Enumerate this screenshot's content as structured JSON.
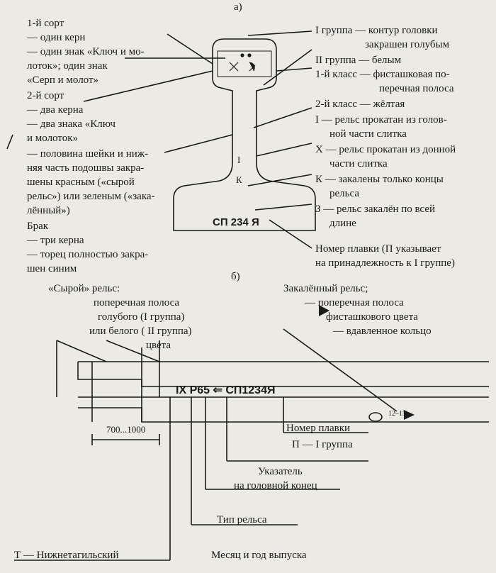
{
  "labels": {
    "a": "а)",
    "b": "б)"
  },
  "left_a": [
    "1-й сорт",
    "— один керн",
    "— один знак «Ключ и мо-",
    "лоток»; один знак",
    "«Серп и молот»",
    "2-й сорт",
    "— два керна",
    "— два знака «Ключ",
    "и молоток»",
    "— половина шейки и ниж-",
    "няя часть подошвы закра-",
    "шены красным («сырой",
    "рельс») или зеленым («зака-",
    "лённый»)",
    "Брак",
    "— три керна",
    "— торец полностью закра-",
    "шен синим"
  ],
  "right_a": [
    "I группа — контур головки",
    "закрашен голубым",
    "II группа — белым",
    "1-й класс — фисташковая по-",
    "перечная полоса",
    "2-й класс — жёлтая",
    "I — рельс прокатан из голов-",
    "ной части слитка",
    "X — рельс прокатан из донной",
    "части слитка",
    "К — закалены только концы",
    "рельса",
    "З — рельс закалён по всей",
    "длине"
  ],
  "rail": {
    "mark_i": "I",
    "mark_k": "К",
    "code": "СП 234 Я"
  },
  "melt_note": [
    "Номер плавки (П указывает",
    "на принадлежность к I группе)"
  ],
  "raw_rail": [
    "«Сырой» рельс:",
    "поперечная полоса",
    "голубого (I группа)",
    "или белого ( II группа)",
    "цвета"
  ],
  "hardened_rail": [
    "Закалённый рельс;",
    "— поперечная полоса",
    "фисташкового цвета",
    "— вдавленное кольцо"
  ],
  "stamp": {
    "text": "IX  Р65  ⇐  СП1234Я",
    "dimension": "700...1000",
    "ring_dim": "12–15"
  },
  "callouts_b": {
    "melt": "Номер плавки",
    "group": "П — I группа",
    "pointer": "Указатель",
    "pointer2": "на головной конец",
    "type": "Тип рельса",
    "plant": "Т — Нижнетагильский",
    "date": "Месяц и год выпуска"
  },
  "colors": {
    "ink": "#1a1a1a",
    "paper": "#eceae4"
  }
}
